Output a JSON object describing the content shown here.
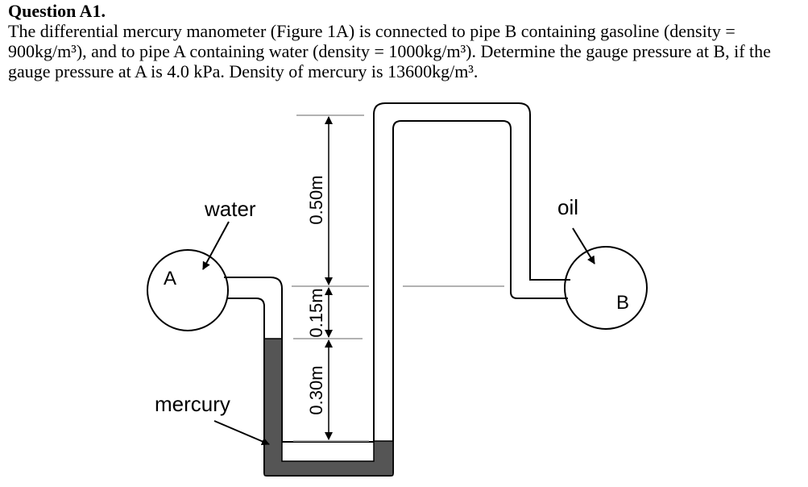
{
  "question": {
    "heading": "Question A1.",
    "body": "The differential mercury manometer (Figure 1A) is connected to pipe B containing gasoline (density = 900kg/m³), and to pipe A containing water (density = 1000kg/m³). Determine the gauge pressure at B, if the gauge pressure at A is 4.0 kPa. Density of mercury is 13600kg/m³."
  },
  "figure": {
    "labels": {
      "water": "water",
      "oil": "oil",
      "mercury": "mercury",
      "pipe_a": "A",
      "pipe_b": "B"
    },
    "dimensions": {
      "top": "0.50m",
      "middle": "0.15m",
      "bottom": "0.30m"
    },
    "colors": {
      "mercury": "#555555",
      "outline": "#000000"
    }
  }
}
